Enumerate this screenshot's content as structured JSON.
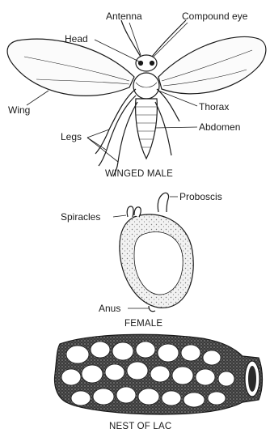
{
  "winged_male": {
    "labels": {
      "antenna": "Antenna",
      "compound_eye": "Compound eye",
      "head": "Head",
      "wing": "Wing",
      "thorax": "Thorax",
      "legs": "Legs",
      "abdomen": "Abdomen"
    },
    "caption": "WINGED MALE"
  },
  "female": {
    "labels": {
      "proboscis": "Proboscis",
      "spiracles": "Spiracles",
      "anus": "Anus"
    },
    "caption": "FEMALE"
  },
  "nest": {
    "caption": "NEST OF LAC"
  },
  "colors": {
    "ink": "#1a1a1a",
    "shade": "#9a9a9a",
    "paper": "#ffffff"
  }
}
